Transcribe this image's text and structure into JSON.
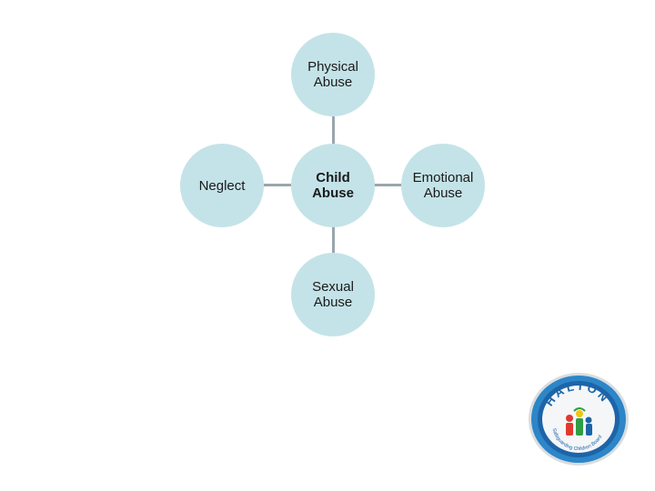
{
  "diagram": {
    "center": "Child\nAbuse",
    "top": "Physical\nAbuse",
    "left": "Neglect",
    "right": "Emotional\nAbuse",
    "bottom": "Sexual\nAbuse"
  },
  "logo": {
    "word": "HALTON",
    "ring_text": "Safeguarding Children Board",
    "colors": {
      "rim": "#2c86c8",
      "inner": "#1d64a8",
      "face": "#f4f6f8"
    }
  },
  "colors": {
    "node_fill": "#c4e3e8",
    "connector": "#9aa6ad"
  }
}
